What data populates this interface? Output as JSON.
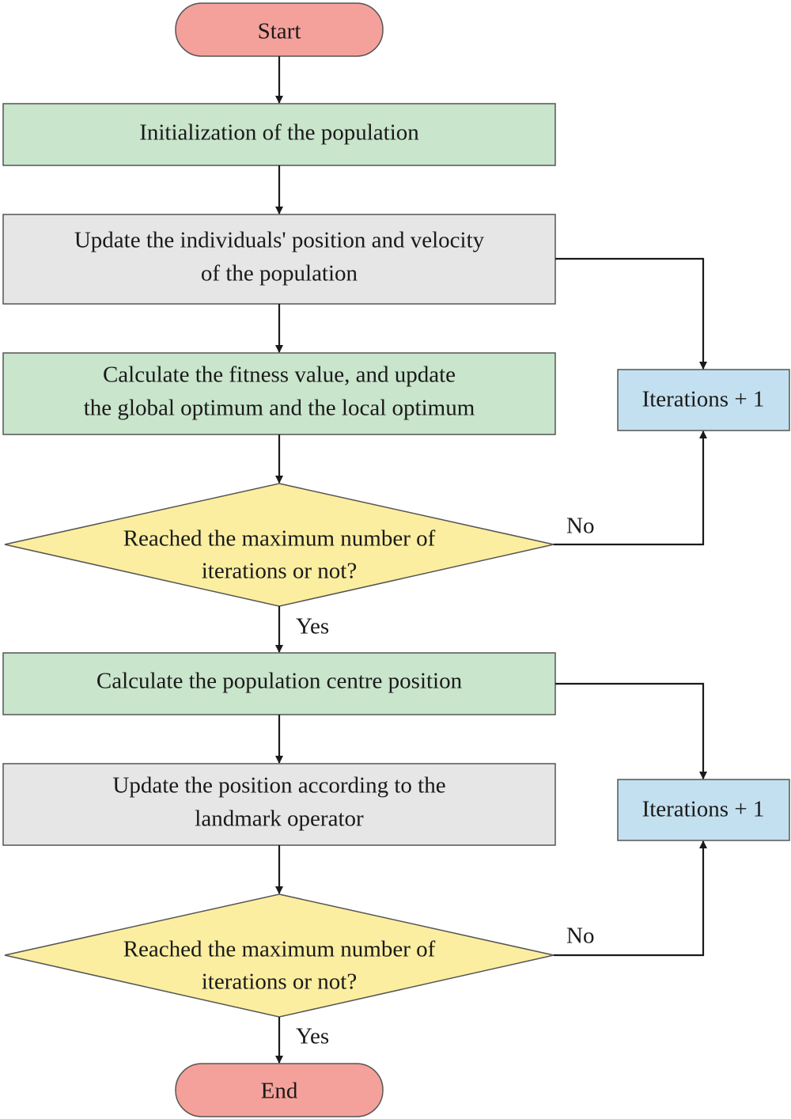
{
  "colors": {
    "terminal": "#f4a19b",
    "green_step": "#c9e5cc",
    "gray_step": "#e6e6e6",
    "decision": "#fbeea0",
    "counter": "#c3e0f0",
    "stroke": "#555555",
    "arrow": "#1a1a1a"
  },
  "start": {
    "label": "Start"
  },
  "init": {
    "label": "Initialization of the population"
  },
  "update_pv": {
    "lines": [
      "Update the individuals' position and velocity",
      "of the population"
    ]
  },
  "calc_fitness": {
    "lines": [
      "Calculate the fitness value, and update",
      "the global optimum and the local optimum"
    ]
  },
  "decision1": {
    "lines": [
      "Reached the maximum number of",
      "iterations or not?"
    ],
    "no_label": "No",
    "yes_label": "Yes"
  },
  "iter1": {
    "label": "Iterations + 1"
  },
  "calc_centre": {
    "label": "Calculate the population centre position"
  },
  "update_landmark": {
    "lines": [
      "Update the position according to the",
      "landmark operator"
    ]
  },
  "decision2": {
    "lines": [
      "Reached the maximum number of",
      "iterations or not?"
    ],
    "no_label": "No",
    "yes_label": "Yes"
  },
  "iter2": {
    "label": "Iterations + 1"
  },
  "end": {
    "label": "End"
  }
}
